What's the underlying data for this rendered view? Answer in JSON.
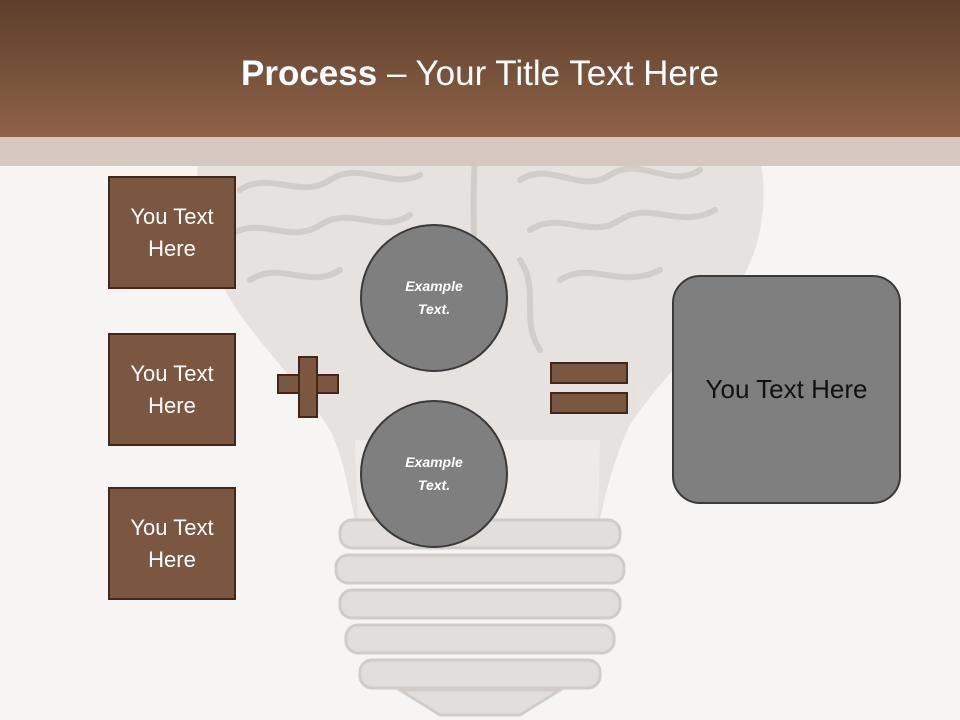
{
  "slide": {
    "title_bold": "Process",
    "title_rest": " – Your Title Text Here",
    "left_boxes": [
      {
        "label": "You Text Here"
      },
      {
        "label": "You Text Here"
      },
      {
        "label": "You Text Here"
      }
    ],
    "circles": [
      {
        "label": "Example Text."
      },
      {
        "label": "Example Text."
      }
    ],
    "result_label": "You Text Here",
    "background_image": "brain-lightbulb"
  },
  "colors": {
    "header_dark": "#5e3f2c",
    "header_light": "#8e6247",
    "box_fill": "#7b5640",
    "box_border": "#43281a",
    "circle_fill": "#7f7f7f",
    "page_bg": "#f7f5f3"
  }
}
